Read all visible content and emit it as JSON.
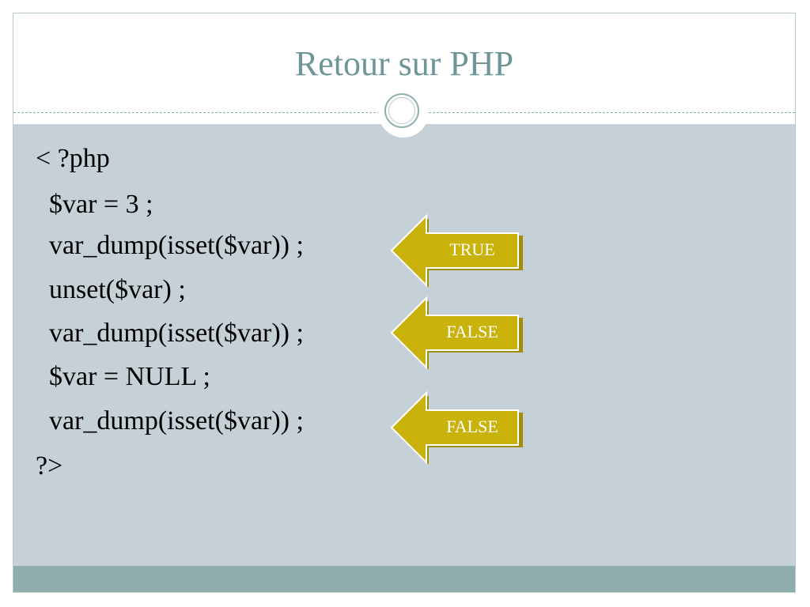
{
  "slide": {
    "title": "Retour sur PHP"
  },
  "code": {
    "lines": [
      "< ?php",
      "  $var = 3 ;",
      "  var_dump(isset($var)) ;",
      "  unset($var) ;",
      "  var_dump(isset($var)) ;",
      "  $var = NULL ;",
      "  var_dump(isset($var)) ;",
      "?>"
    ]
  },
  "callouts": [
    {
      "label": "TRUE"
    },
    {
      "label": "FALSE"
    },
    {
      "label": "FALSE"
    }
  ],
  "colors": {
    "title": "#6f9696",
    "body_background": "#c5d1d7",
    "footer_band": "#8eadad",
    "callout_fill": "#c9b20a"
  }
}
